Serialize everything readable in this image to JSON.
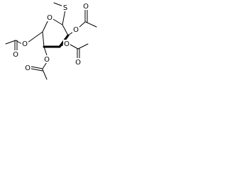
{
  "molecule": {
    "atoms": {
      "ring_oxygen": "O",
      "sulfur": "S",
      "o2": "O",
      "o2_carbonyl": "O",
      "o3": "O",
      "o3_carbonyl": "O",
      "o4": "O",
      "o4_carbonyl": "O",
      "o6": "O",
      "o6_carbonyl": "O"
    }
  }
}
